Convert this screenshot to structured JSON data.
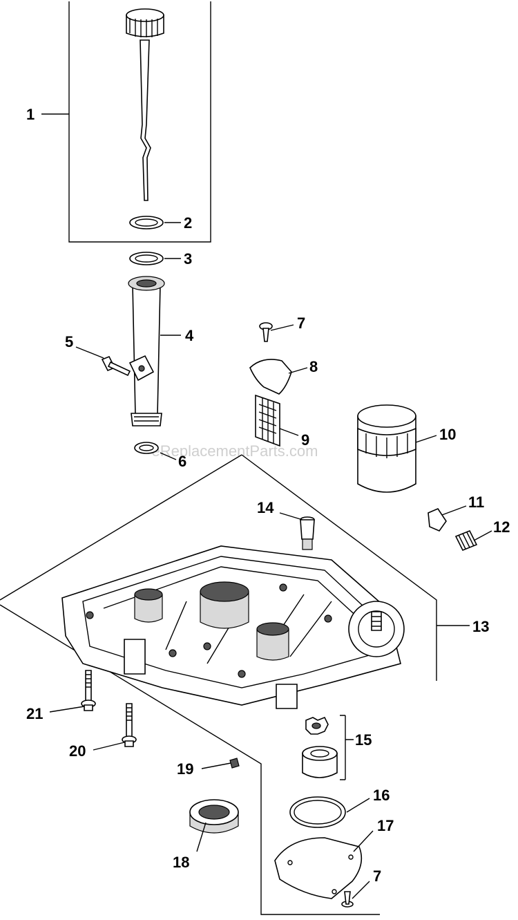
{
  "watermark": "eReplacementParts.com",
  "callouts": [
    "1",
    "2",
    "3",
    "4",
    "5",
    "6",
    "7",
    "8",
    "9",
    "10",
    "11",
    "12",
    "13",
    "14",
    "15",
    "16",
    "17",
    "18",
    "19",
    "20",
    "21",
    "7"
  ]
}
